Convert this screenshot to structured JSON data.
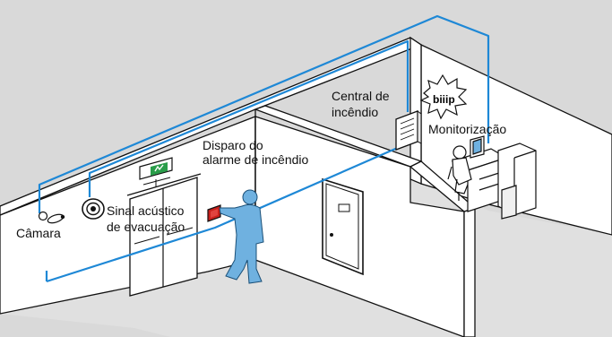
{
  "labels": {
    "camera": "Câmara",
    "acoustic_line1": "Sinal acústico",
    "acoustic_line2": "de evacuação",
    "trigger_line1": "Disparo do",
    "trigger_line2": "alarme de incêndio",
    "panel_line1": "Central de",
    "panel_line2": "incêndio",
    "monitoring": "Monitorização",
    "beep": "biiip"
  },
  "colors": {
    "background": "#d9d9d9",
    "wall": "#ffffff",
    "floor": "#e2e2e2",
    "line": "#111111",
    "wire": "#1e88d6",
    "person": "#6fb1e0",
    "button": "#c8201c",
    "exit_sign": "#2a9d4a"
  }
}
